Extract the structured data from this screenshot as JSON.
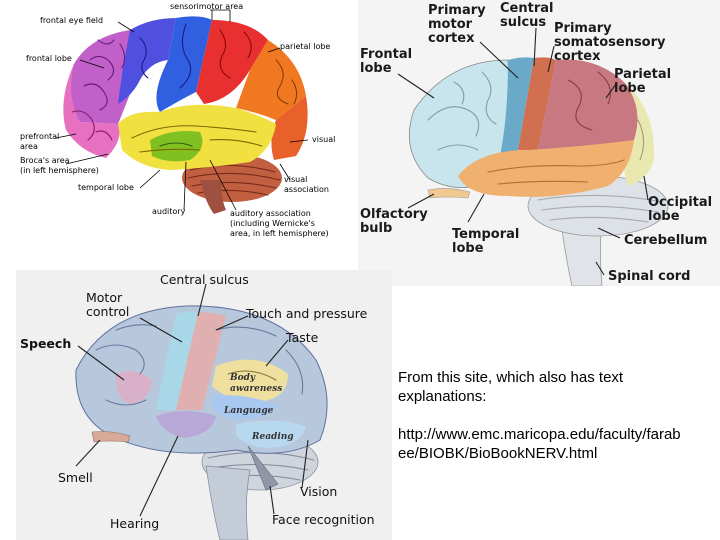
{
  "panel1": {
    "labels": {
      "frontal_eye_field": "frontal eye field",
      "sensorimotor_area": "sensorimotor area",
      "parietal_lobe": "parietal lobe",
      "frontal_lobe": "frontal lobe",
      "prefrontal_1": "prefrontal",
      "prefrontal_2": "area",
      "brocas_1": "Broca's area",
      "brocas_2": "(in left hemisphere)",
      "visual": "visual",
      "visual_assoc_1": "visual",
      "visual_assoc_2": "association",
      "temporal_lobe": "temporal lobe",
      "auditory": "auditory",
      "aud_assoc_1": "auditory association",
      "aud_assoc_2": "(including Wernicke's",
      "aud_assoc_3": "area, in left hemisphere)"
    }
  },
  "panel2": {
    "labels": {
      "frontal_1": "Frontal",
      "frontal_2": "lobe",
      "primary_motor_1": "Primary",
      "primary_motor_2": "motor",
      "primary_motor_3": "cortex",
      "central_1": "Central",
      "central_2": "sulcus",
      "somato_1": "Primary",
      "somato_2": "somatosensory",
      "somato_3": "cortex",
      "parietal_1": "Parietal",
      "parietal_2": "lobe",
      "occipital_1": "Occipital",
      "occipital_2": "lobe",
      "olfactory_1": "Olfactory",
      "olfactory_2": "bulb",
      "temporal_1": "Temporal",
      "temporal_2": "lobe",
      "cerebellum": "Cerebellum",
      "spinal_cord": "Spinal cord"
    }
  },
  "panel3": {
    "labels": {
      "central_sulcus": "Central sulcus",
      "motor_1": "Motor",
      "motor_2": "control",
      "touch": "Touch and pressure",
      "speech": "Speech",
      "taste": "Taste",
      "smell": "Smell",
      "vision": "Vision",
      "hearing": "Hearing",
      "face": "Face recognition",
      "body_1": "Body",
      "body_2": "awareness",
      "language": "Language",
      "reading": "Reading"
    }
  },
  "caption": {
    "text": "From this site, which also has text explanations:",
    "url": "http://www.emc.maricopa.edu/faculty/farabee/BIOBK/BioBookNERV.html"
  },
  "colors": {
    "frontal_purple": "#c060c8",
    "prefrontal_pink": "#e870c0",
    "frontal_eye_blue": "#5050e0",
    "motor_blue": "#3060e0",
    "sensory_red": "#e83030",
    "parietal_orange": "#f07820",
    "temporal_yellow": "#f0e040",
    "auditory_green": "#80c020",
    "cerebellum_brown": "#c06040",
    "p2_frontal": "#c8e4ec",
    "p2_motor": "#6aaac8",
    "p2_somato": "#d07050",
    "p2_parietal": "#c87880",
    "p2_occipital": "#e8e8b0",
    "p2_temporal": "#f0b070",
    "p2_stem": "#e0e4e8"
  }
}
